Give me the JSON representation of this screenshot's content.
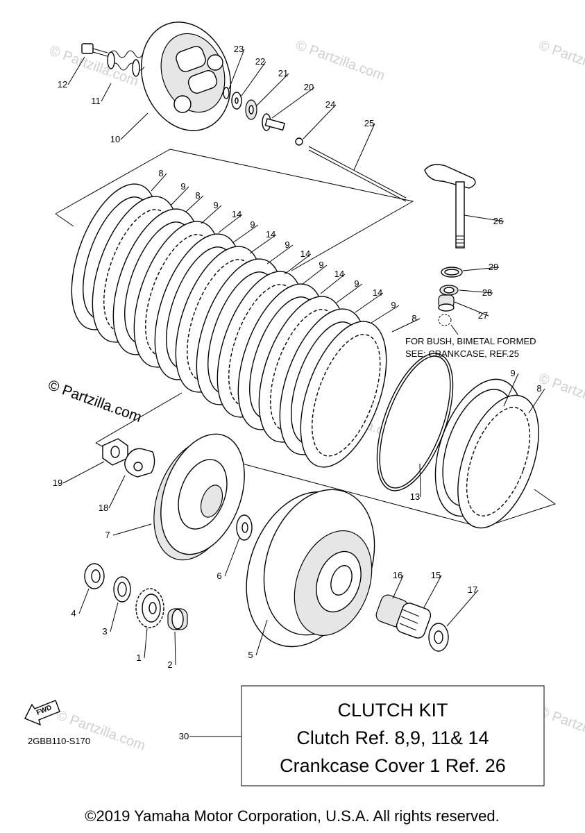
{
  "watermark": {
    "corner_text": "© Partzilla.com",
    "main_text": "© Partzilla.com"
  },
  "callouts": [
    "1",
    "2",
    "3",
    "4",
    "5",
    "6",
    "7",
    "8",
    "9",
    "10",
    "11",
    "12",
    "13",
    "14",
    "15",
    "16",
    "17",
    "18",
    "19",
    "20",
    "21",
    "22",
    "23",
    "24",
    "25",
    "26",
    "27",
    "28",
    "29",
    "30"
  ],
  "note": {
    "line1": "FOR BUSH, BIMETAL FORMED",
    "line2": "SEE: CRANKCASE, REF.25"
  },
  "kit_box": {
    "title": "CLUTCH KIT",
    "line1": "Clutch Ref. 8,9, 11& 14",
    "line2": "Crankcase Cover 1 Ref. 26"
  },
  "fwd_label": "FWD",
  "diagram_code": "2GBB110-S170",
  "copyright": "©2019 Yamaha Motor Corporation, U.S.A. All rights reserved."
}
